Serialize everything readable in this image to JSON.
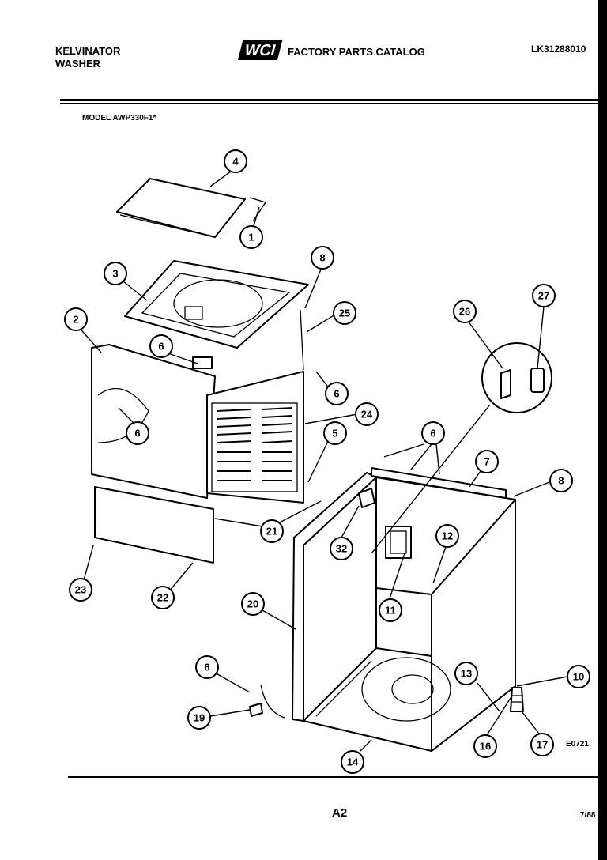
{
  "header": {
    "brand": "KELVINATOR",
    "product": "WASHER",
    "logo_text": "WCI",
    "catalog_title": "FACTORY PARTS CATALOG",
    "catalog_number": "LK31288010"
  },
  "model_line": "MODEL AWP330F1*",
  "figure_code": "E0721",
  "footer": {
    "page": "A2",
    "date": "7/88"
  },
  "callouts": [
    "1",
    "2",
    "3",
    "4",
    "5",
    "6",
    "6",
    "6",
    "6",
    "6",
    "6",
    "7",
    "8",
    "8",
    "10",
    "11",
    "12",
    "13",
    "14",
    "16",
    "17",
    "19",
    "20",
    "21",
    "22",
    "23",
    "24",
    "25",
    "26",
    "27",
    "32"
  ]
}
